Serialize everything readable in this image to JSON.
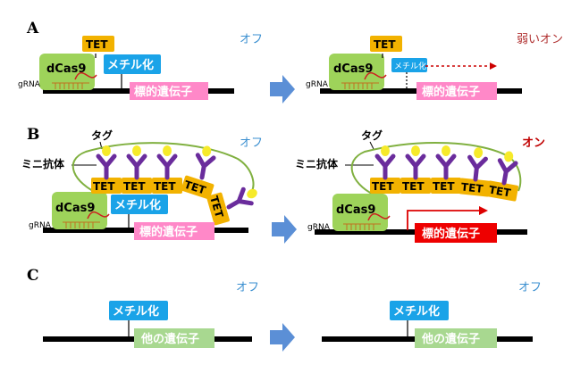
{
  "panels": {
    "a": {
      "label": "A",
      "before": {
        "state": "オフ",
        "enzyme": "TET",
        "dcas9": "dCas9",
        "grna": "gRNA",
        "methyl": "メチル化",
        "gene": "標的遺伝子"
      },
      "after": {
        "state": "弱いオン",
        "enzyme": "TET",
        "dcas9": "dCas9",
        "grna": "gRNA",
        "methyl": "メチル化",
        "gene": "標的遺伝子"
      }
    },
    "b": {
      "label": "B",
      "before": {
        "state": "オフ",
        "tag": "タグ",
        "antibody": "ミニ抗体",
        "dcas9": "dCas9",
        "grna": "gRNA",
        "methyl": "メチル化",
        "gene": "標的遺伝子",
        "tet": "TET"
      },
      "after": {
        "state": "オン",
        "tag": "タグ",
        "antibody": "ミニ抗体",
        "dcas9": "dCas9",
        "grna": "gRNA",
        "gene": "標的遺伝子",
        "tet": "TET"
      }
    },
    "c": {
      "label": "C",
      "before": {
        "state": "オフ",
        "methyl": "メチル化",
        "gene": "他の遺伝子"
      },
      "after": {
        "state": "オフ",
        "methyl": "メチル化",
        "gene": "他の遺伝子"
      }
    }
  },
  "colors": {
    "dcas9": "#9ed35a",
    "tet": "#f2b200",
    "methyl": "#1aa3e8",
    "gene_off": "#ff88c8",
    "gene_on": "#ee0000",
    "other_gene": "#a8d890",
    "antibody": "#6a2c9c",
    "tag": "#f6ea2a",
    "arrow": "#5b8fd6",
    "state_off": "#3a8fd0",
    "state_on": "#c00000",
    "state_weak": "#b03030",
    "loop": "#80b040"
  }
}
